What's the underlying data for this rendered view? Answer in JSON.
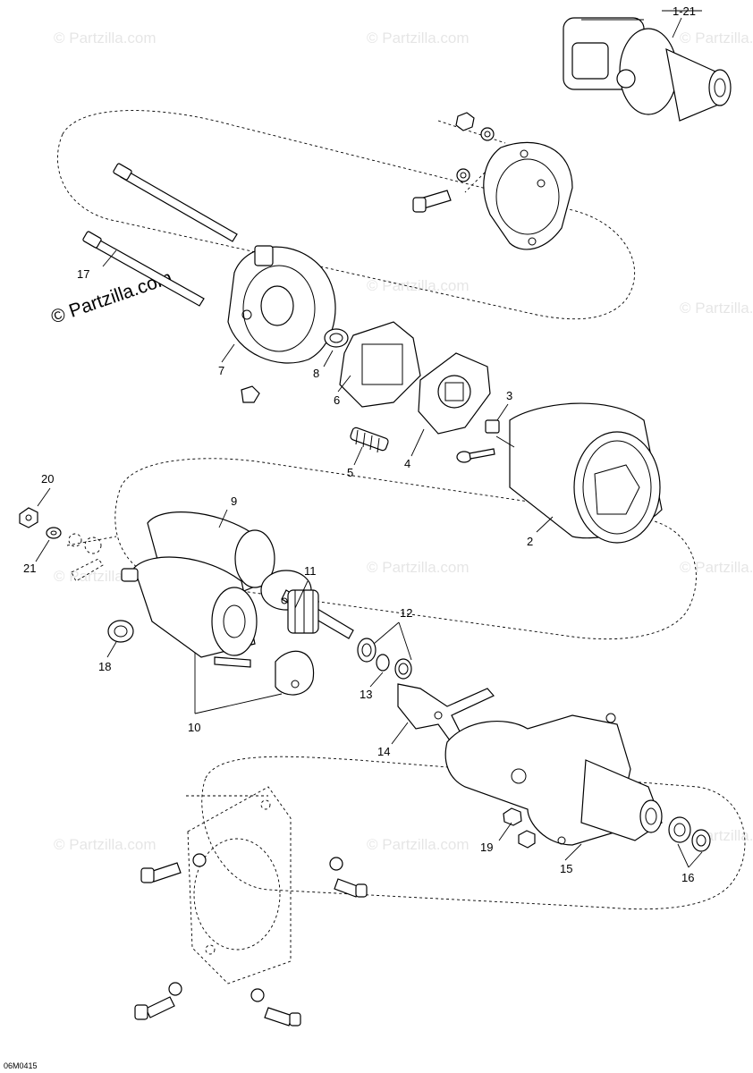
{
  "watermark": {
    "brand": "© Partzilla.com",
    "tile": "© Partzilla.com"
  },
  "drawing_code": "06M0415",
  "callouts": {
    "c_1_21": "1-21",
    "c_2": "2",
    "c_3": "3",
    "c_4": "4",
    "c_5": "5",
    "c_6": "6",
    "c_7": "7",
    "c_8": "8",
    "c_9": "9",
    "c_10": "10",
    "c_11": "11",
    "c_12": "12",
    "c_13": "13",
    "c_14": "14",
    "c_15": "15",
    "c_16": "16",
    "c_17": "17",
    "c_18": "18",
    "c_19": "19",
    "c_20": "20",
    "c_21": "21"
  }
}
